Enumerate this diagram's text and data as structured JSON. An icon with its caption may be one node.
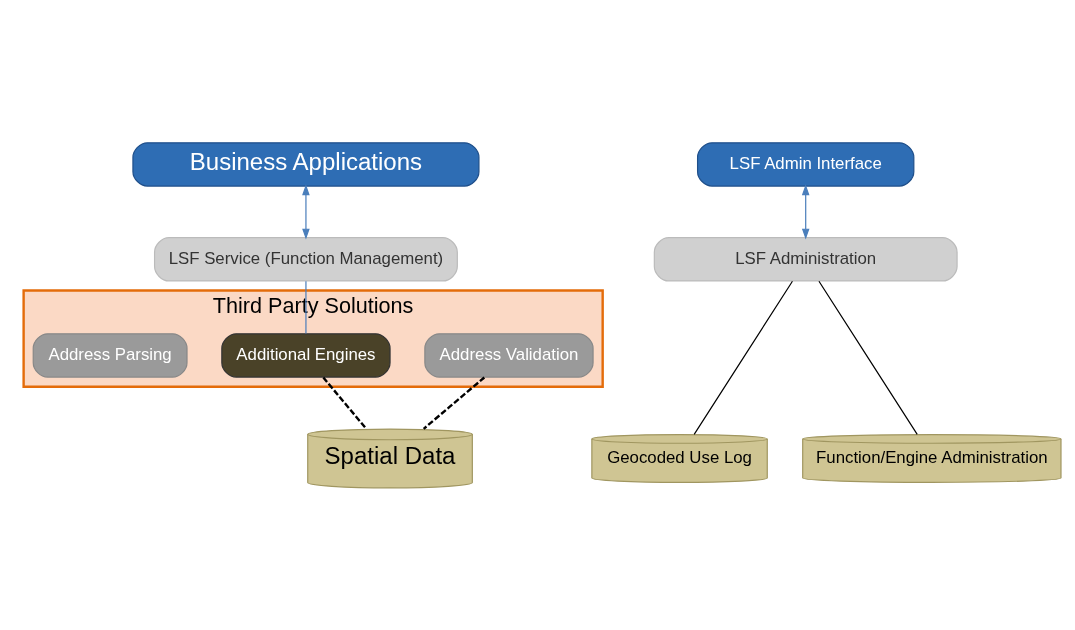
{
  "diagram": {
    "nodes": [
      {
        "text": [
          "Business Applications"
        ]
      },
      {
        "text": [
          "LSF Admin Interface"
        ]
      },
      {
        "text": [
          "LSF Service (Function Management)"
        ]
      },
      {
        "text": [
          "LSF Administration"
        ]
      },
      {
        "text": [
          "Third Party Solutions"
        ]
      },
      {
        "text": [
          "Address Validation"
        ],
        "in": 4
      },
      {
        "text": [
          "Additional Engines"
        ],
        "in": 4
      },
      {
        "text": [
          "Address Parsing"
        ],
        "in": 4
      },
      {
        "text": [
          "Spatial Data"
        ]
      },
      {
        "text": [
          "Geocoded Use Log"
        ]
      },
      {
        "text": [
          "Function/Engine Administration"
        ]
      }
    ],
    "edges": [
      {
        "from": 0,
        "to": 2,
        "arrow": "both",
        "color": "#4a7ebb"
      },
      {
        "from": 1,
        "to": 3,
        "arrow": "both",
        "color": "#4a7ebb"
      },
      {
        "from": 2,
        "to": 6,
        "arrow": "none",
        "color": "#4a7ebb"
      },
      {
        "from": 5,
        "to": 8,
        "arrow": "none",
        "style": "dashed"
      },
      {
        "from": 6,
        "to": 8,
        "arrow": "none",
        "style": "dashed"
      },
      {
        "from": 3,
        "to": 9,
        "arrow": "none"
      },
      {
        "from": 3,
        "to": 10,
        "arrow": "none"
      }
    ]
  }
}
